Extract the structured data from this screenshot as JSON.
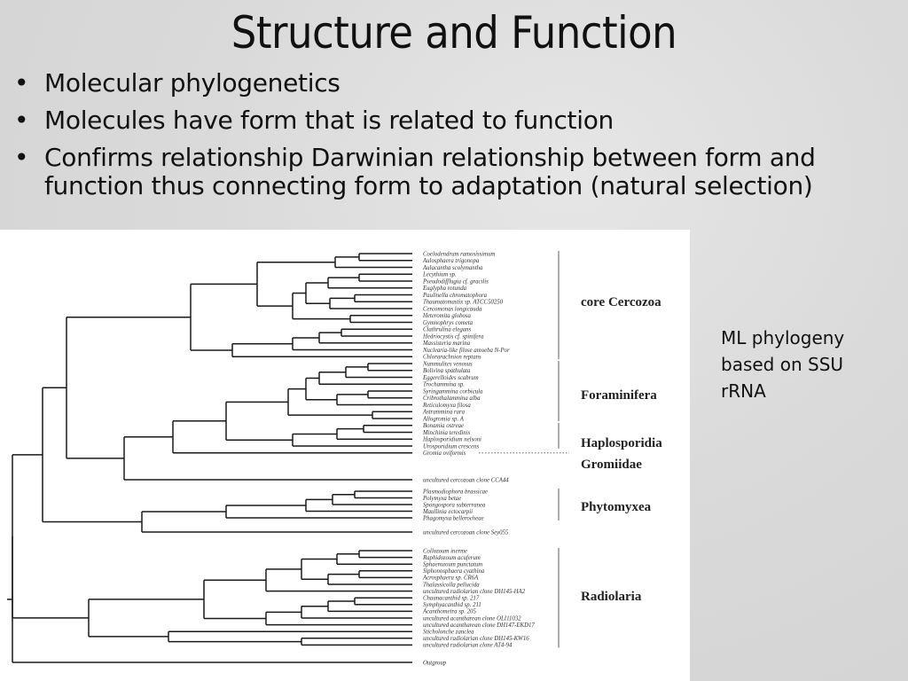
{
  "slide": {
    "title": "Structure and Function",
    "bullets": [
      "Molecular phylogenetics",
      "Molecules have form that is related to function",
      "Confirms relationship Darwinian relationship between form and function thus connecting form to adaptation (natural selection)"
    ],
    "bullet_glyph": "•",
    "side_note": "ML phylogeny based on SSU rRNA"
  },
  "tree": {
    "taxa": [
      "Coelodendrum ramosissimum",
      "Aulosphaera trigonopa",
      "Aulacantha scolymantha",
      "Lecythium sp.",
      "Pseudodifflugia cf. gracilis",
      "Euglypha rotunda",
      "Paulinella chromatophora",
      "Thaumatomastix sp. ATCC50250",
      "Cercomonas longicauda",
      "Heteromita globosa",
      "Gymnophrys cometa",
      "Clathrulina elegans",
      "Hedriocystis cf. spinifera",
      "Massisteria marina",
      "Nuclearia-like filose amoeba N-Por",
      "Chlorarachnion reptans",
      "Nummulites venosus",
      "Bolivina spathulata",
      "Eggerelloides scabrum",
      "Trochammina sp.",
      "Syringammina corbicula",
      "Cribrothalammina alba",
      "Reticulomyxa filosa",
      "Astrammina rara",
      "Allogromia sp. A",
      "Bonamia ostreae",
      "Minchinia teredinis",
      "Haplosporidium nelsoni",
      "Urosporidium crescens",
      "Gromia oviformis",
      "uncultured cercozoan clone CCA44",
      "Plasmodiophora brassicae",
      "Polymyxa betae",
      "Spongospora subterranea",
      "Maullinia ectocarpii",
      "Phagomyxa bellerocheae",
      "uncultured cercozoan clone Sey055",
      "Collozoum inerme",
      "Raphidozoum acuferum",
      "Sphaerozoum punctatum",
      "Siphonosphaera cyathina",
      "Acrosphaera sp. CR6A",
      "Thalassicolla pellucida",
      "uncultured radiolarian clone DH145-HA2",
      "Chaunacanthid sp. 217",
      "Symphyacanthid sp. 211",
      "Acanthometra sp. 205",
      "uncultured acantharean clone OLI11032",
      "uncultured acantharean clone DH147-EKD17",
      "Sticholonche zanclea",
      "uncultured radiolarian clone DH145-KW16",
      "uncultured radiolarian clone AT4-94",
      "Outgroup"
    ],
    "groups": [
      "core Cercozoa",
      "Foraminifera",
      "Haplosporidia",
      "Gromiidae",
      "Phytomyxea",
      "Radiolaria"
    ]
  }
}
